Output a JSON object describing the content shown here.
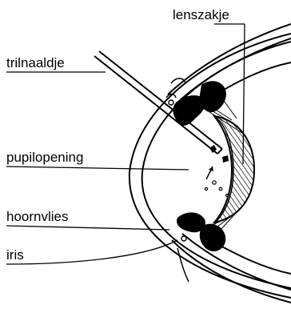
{
  "labels": {
    "lens_capsule": "lenszakje",
    "vibrating_needle": "trilnaaldje",
    "pupil_opening": "pupilopening",
    "cornea": "hoornvlies",
    "iris": "iris"
  },
  "colors": {
    "ink": "#000000",
    "paper": "#ffffff"
  }
}
